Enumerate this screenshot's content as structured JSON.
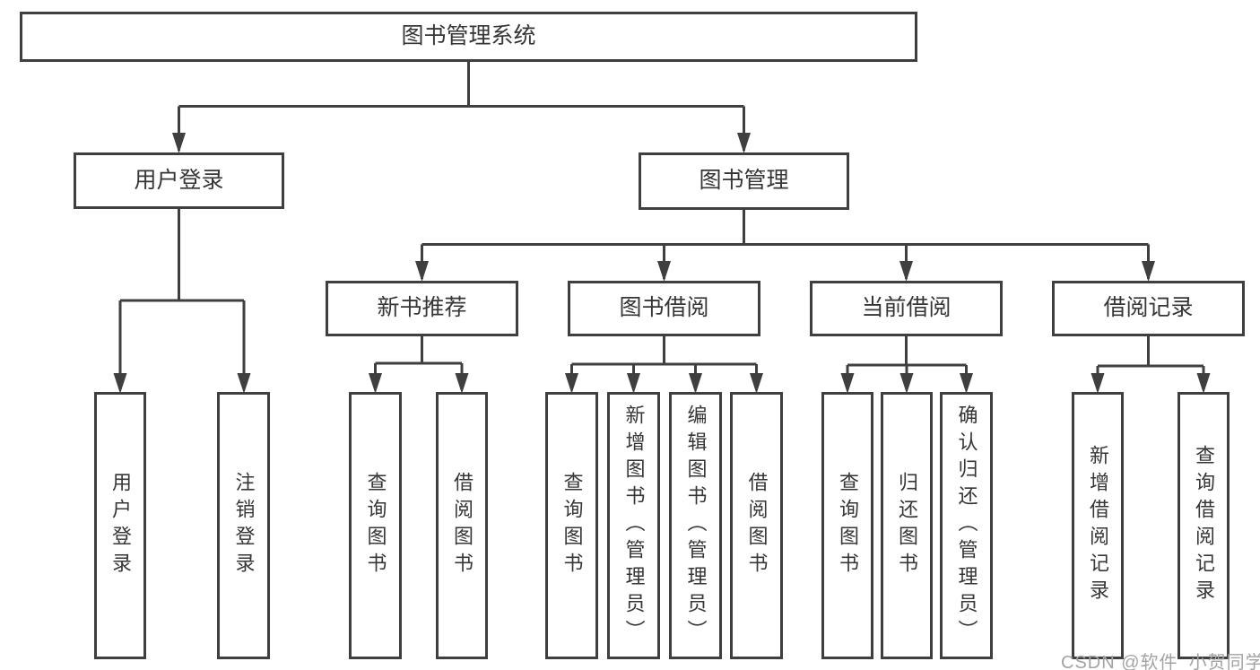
{
  "tree": {
    "label": "图书管理系统",
    "children": [
      {
        "label": "用户登录",
        "children": [
          {
            "label": "用户登录"
          },
          {
            "label": "注销登录"
          }
        ]
      },
      {
        "label": "图书管理",
        "children": [
          {
            "label": "新书推荐",
            "children": [
              {
                "label": "查询图书"
              },
              {
                "label": "借阅图书"
              }
            ]
          },
          {
            "label": "图书借阅",
            "children": [
              {
                "label": "查询图书"
              },
              {
                "label": "新增图书（管理员）"
              },
              {
                "label": "编辑图书（管理员）"
              },
              {
                "label": "借阅图书"
              }
            ]
          },
          {
            "label": "当前借阅",
            "children": [
              {
                "label": "查询图书"
              },
              {
                "label": "归还图书"
              },
              {
                "label": "确认归还（管理员）"
              }
            ]
          },
          {
            "label": "借阅记录",
            "children": [
              {
                "label": "新增借阅记录"
              },
              {
                "label": "查询借阅记录"
              }
            ]
          }
        ]
      }
    ]
  },
  "watermark": {
    "text": "CSDN @软件_小贺同学"
  },
  "colors": {
    "line": "#3f3f3f",
    "text": "#363636",
    "watermark": "#a3a3a3",
    "background": "#ffffff"
  }
}
